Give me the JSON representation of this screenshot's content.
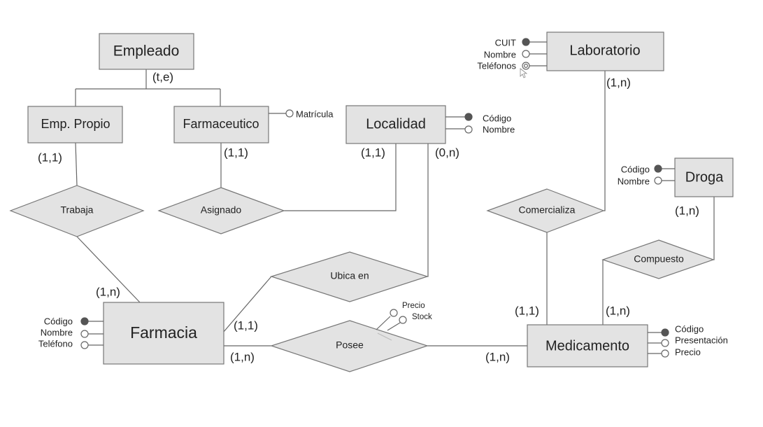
{
  "entities": {
    "empleado": "Empleado",
    "emp_propio": "Emp. Propio",
    "farmaceutico": "Farmaceutico",
    "localidad": "Localidad",
    "laboratorio": "Laboratorio",
    "droga": "Droga",
    "farmacia": "Farmacia",
    "medicamento": "Medicamento"
  },
  "relationships": {
    "trabaja": "Trabaja",
    "asignado": "Asignado",
    "ubica_en": "Ubica en",
    "posee": "Posee",
    "comercializa": "Comercializa",
    "compuesto": "Compuesto"
  },
  "generalization": {
    "label": "(t,e)"
  },
  "attributes": {
    "laboratorio": {
      "cuit": "CUIT",
      "nombre": "Nombre",
      "telefonos": "Teléfonos"
    },
    "farmaceutico": {
      "matricula": "Matrícula"
    },
    "localidad": {
      "codigo": "Código",
      "nombre": "Nombre"
    },
    "droga": {
      "codigo": "Código",
      "nombre": "Nombre"
    },
    "farmacia": {
      "codigo": "Código",
      "nombre": "Nombre",
      "telefono": "Teléfono"
    },
    "medicamento": {
      "codigo": "Código",
      "presentacion": "Presentación",
      "precio": "Precio"
    },
    "posee": {
      "precio": "Precio",
      "stock": "Stock"
    }
  },
  "cardinalities": {
    "emp_propio_trabaja": "(1,1)",
    "farmaceutico_asignado": "(1,1)",
    "localidad_asignado": "(1,1)",
    "localidad_ubica": "(0,n)",
    "laboratorio_comercializa": "(1,n)",
    "droga_compuesto": "(1,n)",
    "farmacia_trabaja": "(1,n)",
    "farmacia_ubica": "(1,1)",
    "farmacia_posee": "(1,n)",
    "medicamento_posee": "(1,n)",
    "medicamento_comercializa": "(1,1)",
    "medicamento_compuesto": "(1,n)"
  }
}
